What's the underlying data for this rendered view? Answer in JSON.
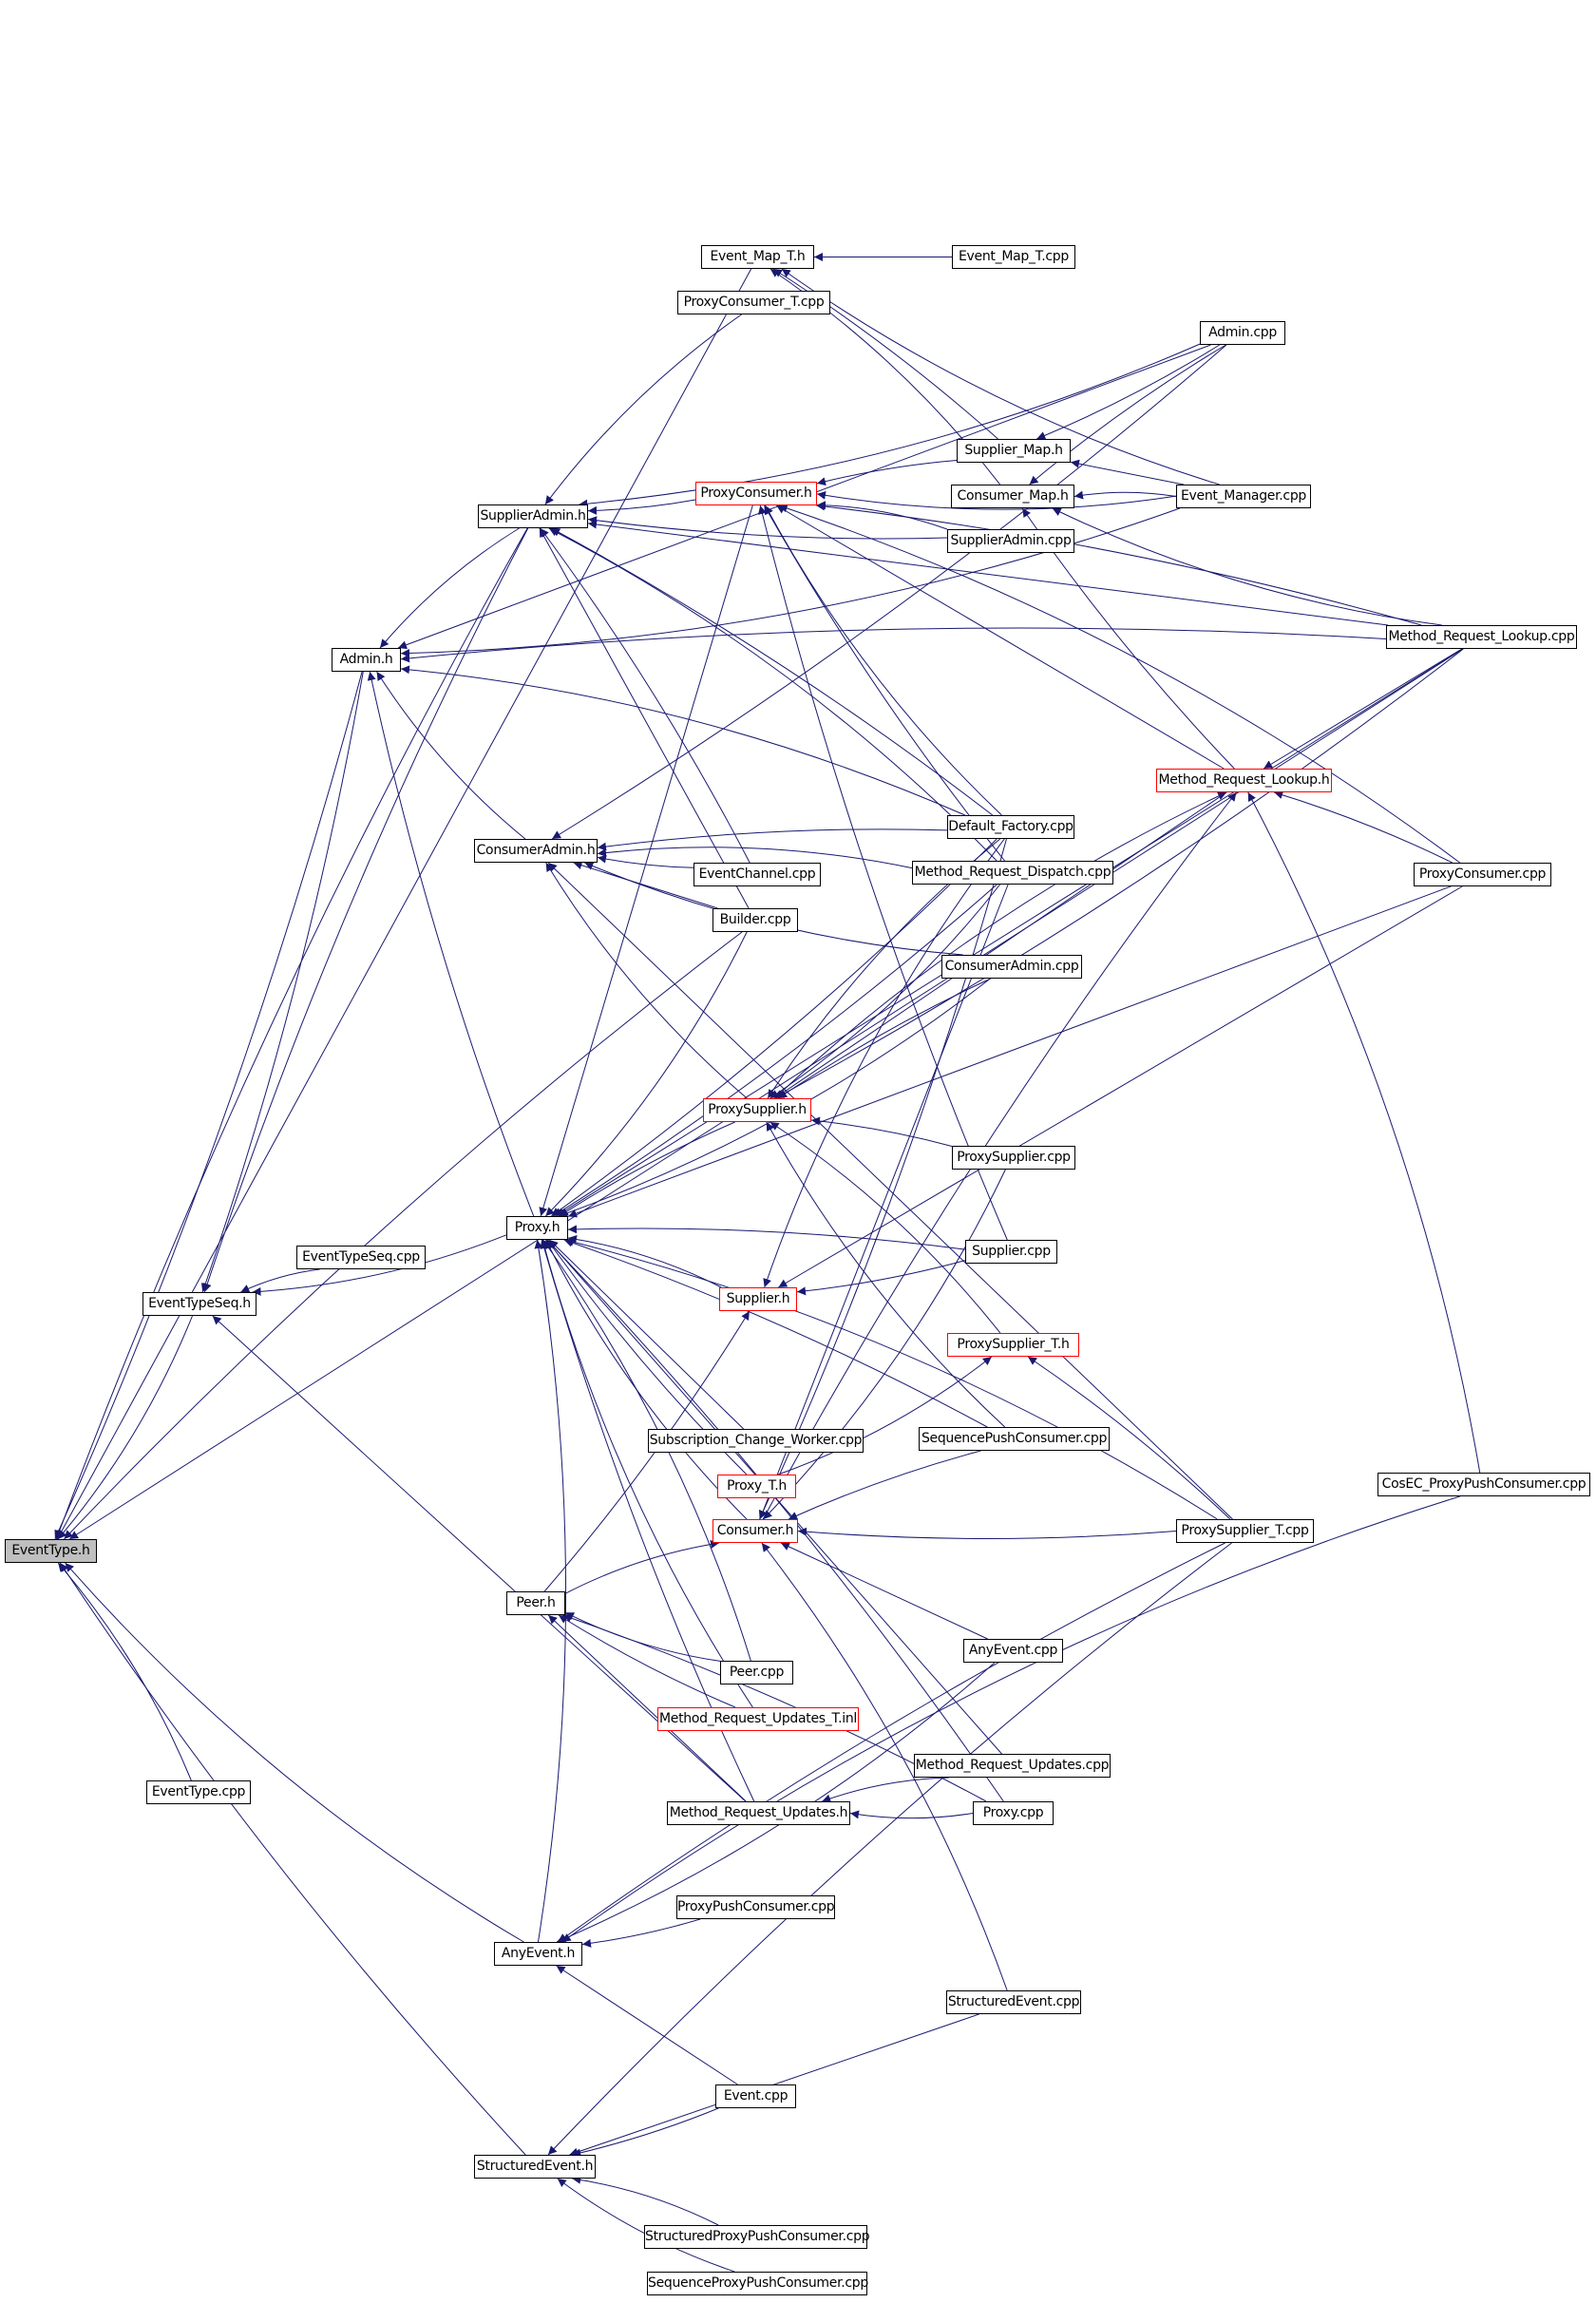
{
  "title": "EventType.h include dependency graph",
  "colors": {
    "edge": "#191970",
    "node_border": "#000000",
    "truncated_border": "#ff0000",
    "root_fill": "#bfbfbf"
  },
  "nodes": [
    {
      "id": "event_map_t_h",
      "label": "Event_Map_T.h",
      "style": "normal"
    },
    {
      "id": "event_map_t_cpp",
      "label": "Event_Map_T.cpp",
      "style": "normal"
    },
    {
      "id": "proxyconsumer_t_cpp",
      "label": "ProxyConsumer_T.cpp",
      "style": "normal"
    },
    {
      "id": "admin_cpp",
      "label": "Admin.cpp",
      "style": "normal"
    },
    {
      "id": "supplier_map_h",
      "label": "Supplier_Map.h",
      "style": "normal"
    },
    {
      "id": "proxyconsumer_h",
      "label": "ProxyConsumer.h",
      "style": "red"
    },
    {
      "id": "consumer_map_h",
      "label": "Consumer_Map.h",
      "style": "normal"
    },
    {
      "id": "event_manager_cpp",
      "label": "Event_Manager.cpp",
      "style": "normal"
    },
    {
      "id": "supplieradmin_h",
      "label": "SupplierAdmin.h",
      "style": "normal"
    },
    {
      "id": "supplieradmin_cpp",
      "label": "SupplierAdmin.cpp",
      "style": "normal"
    },
    {
      "id": "mrl_cpp",
      "label": "Method_Request_Lookup.cpp",
      "style": "normal"
    },
    {
      "id": "admin_h",
      "label": "Admin.h",
      "style": "normal"
    },
    {
      "id": "mrl_h",
      "label": "Method_Request_Lookup.h",
      "style": "red"
    },
    {
      "id": "default_factory_cpp",
      "label": "Default_Factory.cpp",
      "style": "normal"
    },
    {
      "id": "consumeradmin_h",
      "label": "ConsumerAdmin.h",
      "style": "normal"
    },
    {
      "id": "eventchannel_cpp",
      "label": "EventChannel.cpp",
      "style": "normal"
    },
    {
      "id": "mrd_cpp",
      "label": "Method_Request_Dispatch.cpp",
      "style": "normal"
    },
    {
      "id": "proxyconsumer_cpp",
      "label": "ProxyConsumer.cpp",
      "style": "normal"
    },
    {
      "id": "builder_cpp",
      "label": "Builder.cpp",
      "style": "normal"
    },
    {
      "id": "consumeradmin_cpp",
      "label": "ConsumerAdmin.cpp",
      "style": "normal"
    },
    {
      "id": "proxysupplier_h",
      "label": "ProxySupplier.h",
      "style": "red"
    },
    {
      "id": "proxysupplier_cpp",
      "label": "ProxySupplier.cpp",
      "style": "normal"
    },
    {
      "id": "proxy_h",
      "label": "Proxy.h",
      "style": "normal"
    },
    {
      "id": "supplier_cpp",
      "label": "Supplier.cpp",
      "style": "normal"
    },
    {
      "id": "eventtypeseq_cpp",
      "label": "EventTypeSeq.cpp",
      "style": "normal"
    },
    {
      "id": "eventtypeseq_h",
      "label": "EventTypeSeq.h",
      "style": "normal"
    },
    {
      "id": "supplier_h",
      "label": "Supplier.h",
      "style": "red"
    },
    {
      "id": "proxysupplier_t_h",
      "label": "ProxySupplier_T.h",
      "style": "red"
    },
    {
      "id": "scw_cpp",
      "label": "Subscription_Change_Worker.cpp",
      "style": "normal"
    },
    {
      "id": "sequencepushconsumer_cpp",
      "label": "SequencePushConsumer.cpp",
      "style": "normal"
    },
    {
      "id": "cosec_cpp",
      "label": "CosEC_ProxyPushConsumer.cpp",
      "style": "normal"
    },
    {
      "id": "proxy_t_h",
      "label": "Proxy_T.h",
      "style": "red"
    },
    {
      "id": "eventtype_h",
      "label": "EventType.h",
      "style": "root"
    },
    {
      "id": "consumer_h",
      "label": "Consumer.h",
      "style": "red"
    },
    {
      "id": "proxysupplier_t_cpp",
      "label": "ProxySupplier_T.cpp",
      "style": "normal"
    },
    {
      "id": "peer_h",
      "label": "Peer.h",
      "style": "normal"
    },
    {
      "id": "anyevent_cpp",
      "label": "AnyEvent.cpp",
      "style": "normal"
    },
    {
      "id": "peer_cpp",
      "label": "Peer.cpp",
      "style": "normal"
    },
    {
      "id": "mru_t_inl",
      "label": "Method_Request_Updates_T.inl",
      "style": "red"
    },
    {
      "id": "eventtype_cpp",
      "label": "EventType.cpp",
      "style": "normal"
    },
    {
      "id": "mru_cpp",
      "label": "Method_Request_Updates.cpp",
      "style": "normal"
    },
    {
      "id": "mru_h",
      "label": "Method_Request_Updates.h",
      "style": "normal"
    },
    {
      "id": "proxy_cpp",
      "label": "Proxy.cpp",
      "style": "normal"
    },
    {
      "id": "proxypushconsumer_cpp",
      "label": "ProxyPushConsumer.cpp",
      "style": "normal"
    },
    {
      "id": "anyevent_h",
      "label": "AnyEvent.h",
      "style": "normal"
    },
    {
      "id": "structuredevent_cpp",
      "label": "StructuredEvent.cpp",
      "style": "normal"
    },
    {
      "id": "event_cpp",
      "label": "Event.cpp",
      "style": "normal"
    },
    {
      "id": "structuredevent_h",
      "label": "StructuredEvent.h",
      "style": "normal"
    },
    {
      "id": "sppc_cpp",
      "label": "StructuredProxyPushConsumer.cpp",
      "style": "normal"
    },
    {
      "id": "seqppc_cpp",
      "label": "SequenceProxyPushConsumer.cpp",
      "style": "normal"
    }
  ],
  "edges": [
    [
      "eventtypeseq_h",
      "eventtype_h"
    ],
    [
      "admin_h",
      "eventtype_h"
    ],
    [
      "event_map_t_h",
      "eventtype_h"
    ],
    [
      "builder_cpp",
      "eventtype_h"
    ],
    [
      "eventtype_cpp",
      "eventtype_h"
    ],
    [
      "anyevent_h",
      "eventtype_h"
    ],
    [
      "structuredevent_h",
      "eventtype_h"
    ],
    [
      "mrl_cpp",
      "eventtype_h"
    ],
    [
      "supplieradmin_h",
      "eventtype_h"
    ],
    [
      "eventtypeseq_cpp",
      "eventtypeseq_h"
    ],
    [
      "proxy_h",
      "eventtypeseq_h"
    ],
    [
      "admin_h",
      "eventtypeseq_h"
    ],
    [
      "mru_h",
      "eventtypeseq_h"
    ],
    [
      "supplieradmin_h",
      "eventtypeseq_h"
    ],
    [
      "supplieradmin_h",
      "admin_h"
    ],
    [
      "consumeradmin_h",
      "admin_h"
    ],
    [
      "proxy_h",
      "admin_h"
    ],
    [
      "admin_cpp",
      "admin_h"
    ],
    [
      "mrl_cpp",
      "admin_h"
    ],
    [
      "default_factory_cpp",
      "admin_h"
    ],
    [
      "event_manager_cpp",
      "admin_h"
    ],
    [
      "proxyconsumer_h",
      "supplieradmin_h"
    ],
    [
      "builder_cpp",
      "supplieradmin_h"
    ],
    [
      "eventchannel_cpp",
      "supplieradmin_h"
    ],
    [
      "proxyconsumer_t_cpp",
      "supplieradmin_h"
    ],
    [
      "admin_cpp",
      "supplieradmin_h"
    ],
    [
      "supplieradmin_cpp",
      "supplieradmin_h"
    ],
    [
      "mrl_cpp",
      "supplieradmin_h"
    ],
    [
      "default_factory_cpp",
      "supplieradmin_h"
    ],
    [
      "mrd_cpp",
      "supplieradmin_h"
    ],
    [
      "proxysupplier_h",
      "consumeradmin_h"
    ],
    [
      "eventchannel_cpp",
      "consumeradmin_h"
    ],
    [
      "builder_cpp",
      "consumeradmin_h"
    ],
    [
      "default_factory_cpp",
      "consumeradmin_h"
    ],
    [
      "mrd_cpp",
      "consumeradmin_h"
    ],
    [
      "consumeradmin_cpp",
      "consumeradmin_h"
    ],
    [
      "admin_cpp",
      "consumeradmin_h"
    ],
    [
      "proxysupplier_t_cpp",
      "consumeradmin_h"
    ],
    [
      "supplier_map_h",
      "proxyconsumer_h"
    ],
    [
      "supplieradmin_cpp",
      "proxyconsumer_h"
    ],
    [
      "default_factory_cpp",
      "proxyconsumer_h"
    ],
    [
      "mrd_cpp",
      "proxyconsumer_h"
    ],
    [
      "mrl_h",
      "proxyconsumer_h"
    ],
    [
      "mrl_cpp",
      "proxyconsumer_h"
    ],
    [
      "proxyconsumer_cpp",
      "proxyconsumer_h"
    ],
    [
      "event_manager_cpp",
      "proxyconsumer_h"
    ],
    [
      "supplier_cpp",
      "proxyconsumer_h"
    ],
    [
      "event_map_t_cpp",
      "event_map_t_h"
    ],
    [
      "supplier_map_h",
      "event_map_t_h"
    ],
    [
      "consumer_map_h",
      "event_map_t_h"
    ],
    [
      "event_manager_cpp",
      "event_map_t_h"
    ],
    [
      "admin_cpp",
      "supplier_map_h"
    ],
    [
      "event_manager_cpp",
      "supplier_map_h"
    ],
    [
      "admin_cpp",
      "consumer_map_h"
    ],
    [
      "event_manager_cpp",
      "consumer_map_h"
    ],
    [
      "mrl_cpp",
      "consumer_map_h"
    ],
    [
      "mrl_h",
      "consumer_map_h"
    ],
    [
      "mrl_cpp",
      "mrl_h"
    ],
    [
      "proxyconsumer_cpp",
      "mrl_h"
    ],
    [
      "cosec_cpp",
      "mrl_h"
    ],
    [
      "proxysupplier_h",
      "mrl_h"
    ],
    [
      "consumer_h",
      "mrl_h"
    ],
    [
      "proxyconsumer_h",
      "proxy_h"
    ],
    [
      "proxysupplier_h",
      "proxy_h"
    ],
    [
      "supplier_h",
      "proxy_h"
    ],
    [
      "consumer_h",
      "proxy_h"
    ],
    [
      "proxy_t_h",
      "proxy_h"
    ],
    [
      "scw_cpp",
      "proxy_h"
    ],
    [
      "sequencepushconsumer_cpp",
      "proxy_h"
    ],
    [
      "peer_cpp",
      "proxy_h"
    ],
    [
      "mru_t_inl",
      "proxy_h"
    ],
    [
      "mru_h",
      "proxy_h"
    ],
    [
      "mru_cpp",
      "proxy_h"
    ],
    [
      "proxy_cpp",
      "proxy_h"
    ],
    [
      "anyevent_h",
      "proxy_h"
    ],
    [
      "builder_cpp",
      "proxy_h"
    ],
    [
      "default_factory_cpp",
      "proxy_h"
    ],
    [
      "proxyconsumer_cpp",
      "proxy_h"
    ],
    [
      "supplier_cpp",
      "proxy_h"
    ],
    [
      "proxysupplier_t_cpp",
      "proxy_h"
    ],
    [
      "consumeradmin_cpp",
      "proxy_h"
    ],
    [
      "mrd_cpp",
      "proxy_h"
    ],
    [
      "mrl_cpp",
      "proxy_h"
    ],
    [
      "consumeradmin_cpp",
      "proxysupplier_h"
    ],
    [
      "default_factory_cpp",
      "proxysupplier_h"
    ],
    [
      "mrd_cpp",
      "proxysupplier_h"
    ],
    [
      "mrl_cpp",
      "proxysupplier_h"
    ],
    [
      "mrl_h",
      "proxysupplier_h"
    ],
    [
      "proxysupplier_cpp",
      "proxysupplier_h"
    ],
    [
      "proxysupplier_t_h",
      "proxysupplier_h"
    ],
    [
      "sequencepushconsumer_cpp",
      "proxysupplier_h"
    ],
    [
      "supplier_cpp",
      "supplier_h"
    ],
    [
      "proxyconsumer_cpp",
      "supplier_h"
    ],
    [
      "peer_h",
      "supplier_h"
    ],
    [
      "default_factory_cpp",
      "supplier_h"
    ],
    [
      "peer_h",
      "consumer_h"
    ],
    [
      "proxysupplier_t_cpp",
      "consumer_h"
    ],
    [
      "anyevent_cpp",
      "consumer_h"
    ],
    [
      "sequencepushconsumer_cpp",
      "consumer_h"
    ],
    [
      "structuredevent_cpp",
      "consumer_h"
    ],
    [
      "proxysupplier_cpp",
      "consumer_h"
    ],
    [
      "default_factory_cpp",
      "consumer_h"
    ],
    [
      "mrd_cpp",
      "consumer_h"
    ],
    [
      "proxysupplier_t_cpp",
      "proxysupplier_t_h"
    ],
    [
      "proxy_t_h",
      "proxysupplier_t_h"
    ],
    [
      "peer_cpp",
      "peer_h"
    ],
    [
      "mru_t_inl",
      "peer_h"
    ],
    [
      "mru_h",
      "peer_h"
    ],
    [
      "proxy_cpp",
      "peer_h"
    ],
    [
      "mru_cpp",
      "mru_h"
    ],
    [
      "proxy_cpp",
      "mru_h"
    ],
    [
      "proxypushconsumer_cpp",
      "anyevent_h"
    ],
    [
      "event_cpp",
      "anyevent_h"
    ],
    [
      "proxysupplier_t_cpp",
      "anyevent_h"
    ],
    [
      "cosec_cpp",
      "anyevent_h"
    ],
    [
      "anyevent_cpp",
      "anyevent_h"
    ],
    [
      "event_cpp",
      "structuredevent_h"
    ],
    [
      "structuredevent_cpp",
      "structuredevent_h"
    ],
    [
      "proxysupplier_t_cpp",
      "structuredevent_h"
    ],
    [
      "sppc_cpp",
      "structuredevent_h"
    ],
    [
      "seqppc_cpp",
      "structuredevent_h"
    ]
  ]
}
